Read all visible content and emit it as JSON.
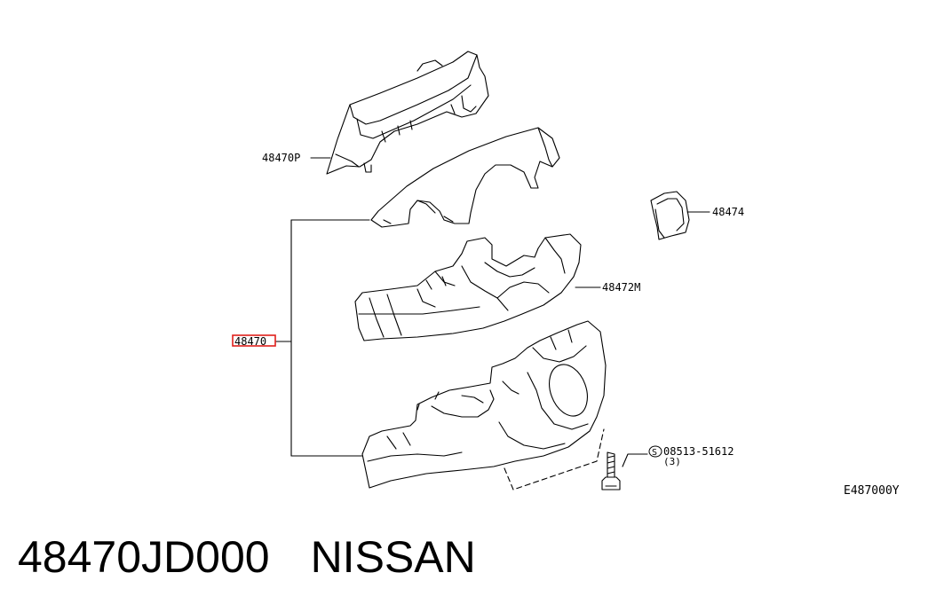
{
  "diagram": {
    "callouts": {
      "part_48470P": "48470P",
      "part_48474": "48474",
      "part_48472M": "48472M",
      "part_48470": "48470",
      "screw_code": "08513-51612",
      "screw_qty": "(3)",
      "screw_symbol": "S"
    },
    "diagram_id": "E487000Y",
    "highlight_color": "#e0201c",
    "line_color": "#000000"
  },
  "caption": {
    "part_number": "48470JD000",
    "brand": "NISSAN"
  }
}
